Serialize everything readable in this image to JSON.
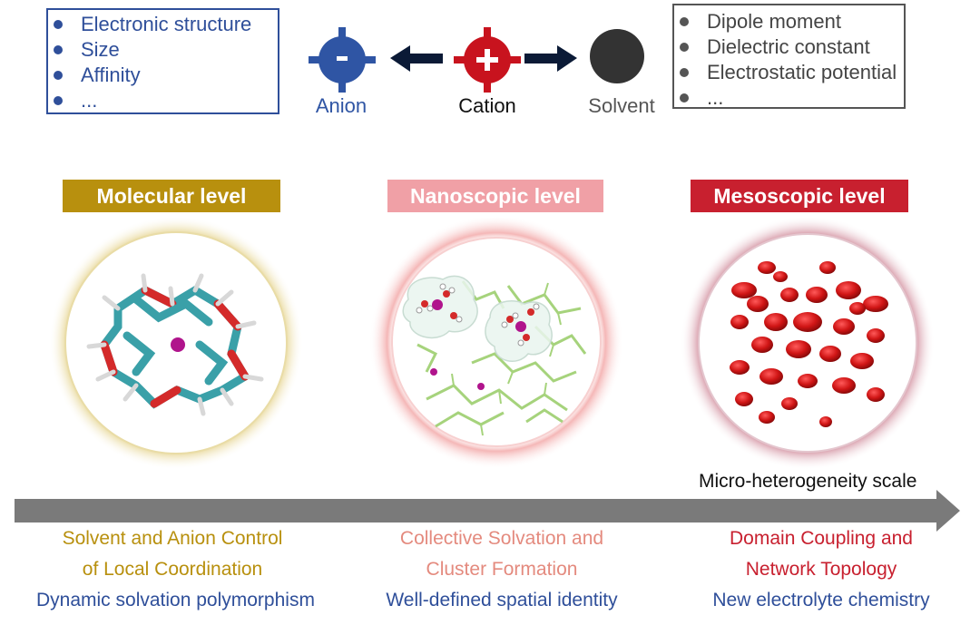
{
  "anion_properties": [
    "Electronic structure",
    "Size",
    "Affinity",
    "..."
  ],
  "solvent_properties": [
    "Dipole moment",
    "Dielectric constant",
    "Electrostatic potential",
    "..."
  ],
  "ions": {
    "anion": {
      "label": "Anion",
      "symbol": "-",
      "color": "#2f55a4"
    },
    "cation": {
      "label": "Cation",
      "symbol": "+",
      "color": "#c8131e"
    },
    "solvent": {
      "label": "Solvent",
      "color": "#333333"
    }
  },
  "levels": [
    {
      "title": "Molecular level",
      "color": "#b8900e",
      "caption_lines": [
        "Solvent and Anion Control",
        "of Local Coordination"
      ],
      "caption_color": "#b8900e",
      "subtitle": "Dynamic solvation polymorphism"
    },
    {
      "title": "Nanoscopic level",
      "color": "#f0a0a6",
      "caption_lines": [
        "Collective Solvation and",
        "Cluster Formation"
      ],
      "caption_color": "#e48a7e",
      "subtitle": "Well-defined spatial identity"
    },
    {
      "title": "Mesoscopic level",
      "color": "#c8202f",
      "caption_lines": [
        "Domain Coupling and",
        "Network Topology"
      ],
      "caption_color": "#c8202f",
      "subtitle": "New electrolyte chemistry"
    }
  ],
  "scale_label": "Micro-heterogeneity scale",
  "subtitle_color": "#2f4f9a"
}
